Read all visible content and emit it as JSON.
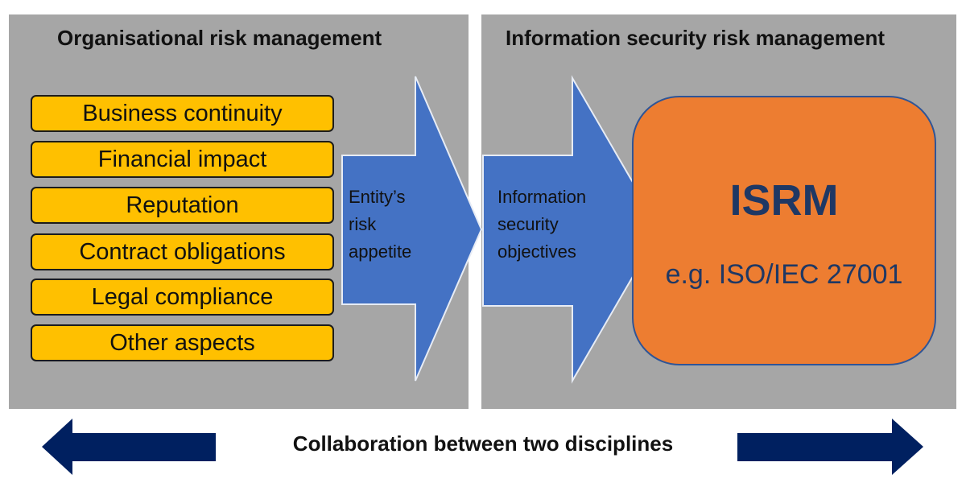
{
  "left_panel": {
    "title": "Organisational risk management",
    "items": [
      {
        "label": "Business continuity"
      },
      {
        "label": "Financial impact"
      },
      {
        "label": "Reputation"
      },
      {
        "label": "Contract obligations"
      },
      {
        "label": "Legal compliance"
      },
      {
        "label": "Other aspects"
      }
    ],
    "arrow_lines": [
      "Entity’s",
      "risk",
      "appetite"
    ]
  },
  "right_panel": {
    "title": "Information security risk management",
    "arrow_lines": [
      "Information",
      "security",
      "objectives"
    ],
    "isrm": {
      "title": "ISRM",
      "subtitle": "e.g. ISO/IEC 27001"
    }
  },
  "footer": {
    "text": "Collaboration between two disciplines"
  },
  "colors": {
    "panel_bg": "#a6a6a6",
    "item_fill": "#ffc000",
    "arrow_fill": "#4472c4",
    "isrm_fill": "#ed7d31",
    "isrm_text": "#1f3864",
    "collab_arrow": "#002060"
  }
}
